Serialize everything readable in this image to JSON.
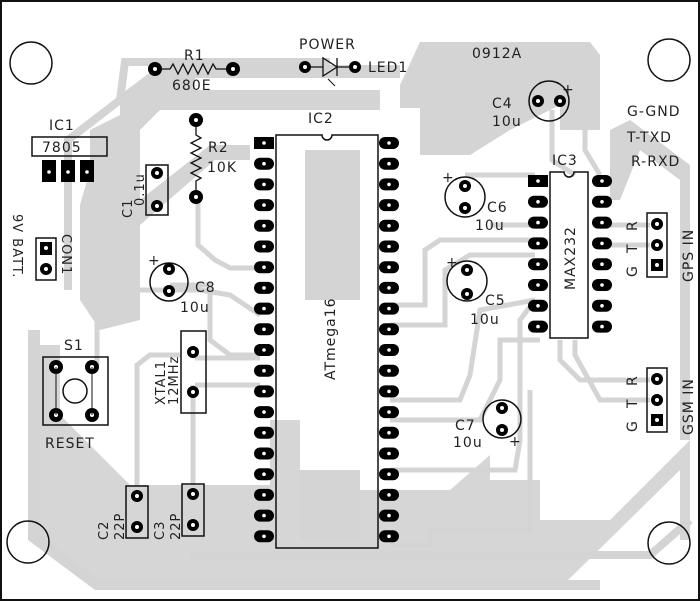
{
  "board": {
    "code": "0912A",
    "colors": {
      "copper": "#d4d4d4",
      "silk": "#111111",
      "background": "#ffffff",
      "pad": "#000000"
    }
  },
  "components": {
    "r1": {
      "ref": "R1",
      "value": "680E"
    },
    "r2": {
      "ref": "R2",
      "value": "10K"
    },
    "led1": {
      "ref": "LED1",
      "label": "POWER"
    },
    "ic1": {
      "ref": "IC1",
      "value": "7805"
    },
    "ic2": {
      "ref": "IC2",
      "value": "ATmega16"
    },
    "ic3": {
      "ref": "IC3",
      "value": "MAX232"
    },
    "c1": {
      "ref": "C1",
      "value": "0.1u"
    },
    "c2": {
      "ref": "C2",
      "value": "22P"
    },
    "c3": {
      "ref": "C3",
      "value": "22P"
    },
    "c4": {
      "ref": "C4",
      "value": "10u"
    },
    "c5": {
      "ref": "C5",
      "value": "10u"
    },
    "c6": {
      "ref": "C6",
      "value": "10u"
    },
    "c7": {
      "ref": "C7",
      "value": "10u"
    },
    "c8": {
      "ref": "C8",
      "value": "10u"
    },
    "con1": {
      "ref": "CON1",
      "label": "9V BATT."
    },
    "s1": {
      "ref": "S1",
      "label": "RESET"
    },
    "xtal1": {
      "ref": "XTAL1",
      "value": "12MHz"
    },
    "gps": {
      "label": "GPS IN",
      "pins": [
        "G",
        "T",
        "R"
      ]
    },
    "gsm": {
      "label": "GSM IN",
      "pins": [
        "G",
        "T",
        "R"
      ]
    }
  },
  "legend": [
    "G-GND",
    "T-TXD",
    "R-RXD"
  ],
  "polarity_mark": "+"
}
